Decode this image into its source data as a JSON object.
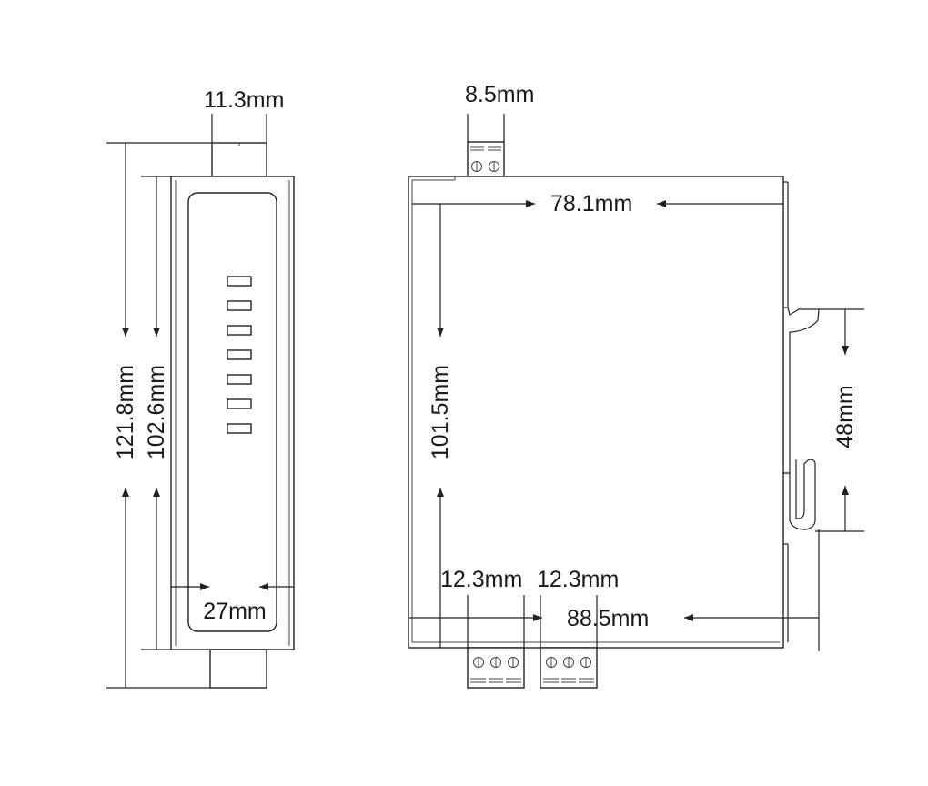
{
  "side_view": {
    "top_width": "11.3mm",
    "total_height": "121.8mm",
    "body_height": "102.6mm",
    "width": "27mm",
    "led_count": 7
  },
  "front_view": {
    "top_terminal_width": "8.5mm",
    "width": "78.1mm",
    "height": "101.5mm",
    "rail_height": "48mm",
    "terminal_width_left": "12.3mm",
    "terminal_width_right": "12.3mm",
    "total_depth": "88.5mm"
  }
}
